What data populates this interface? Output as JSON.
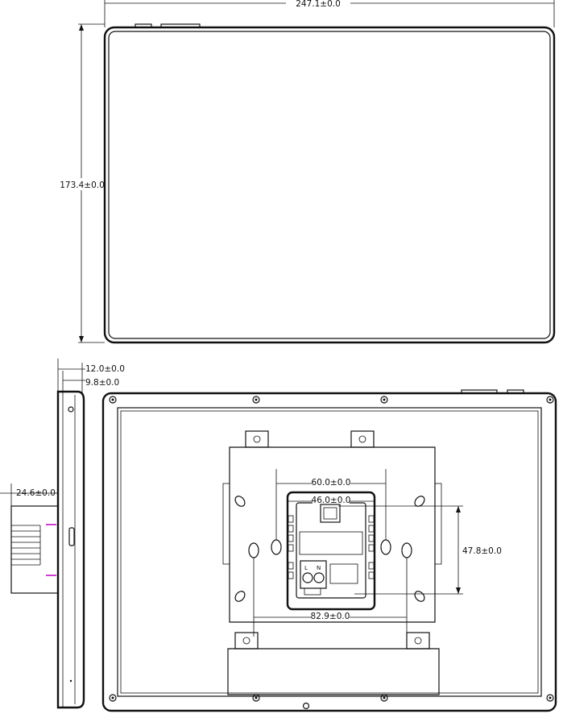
{
  "dimensions": {
    "width": "247.1±0.0",
    "height": "173.4±0.0",
    "depth_total": "12.0±0.0",
    "depth_panel": "9.8±0.0",
    "back_box_depth": "24.6±0.0",
    "hole_spacing_wide": "60.0±0.0",
    "box_width": "46.0±0.0",
    "vertical_spacing": "47.8±0.0",
    "slot_spacing": "82.9±0.0"
  },
  "labels": {
    "terminal_n": "N",
    "terminal_l": "L"
  }
}
